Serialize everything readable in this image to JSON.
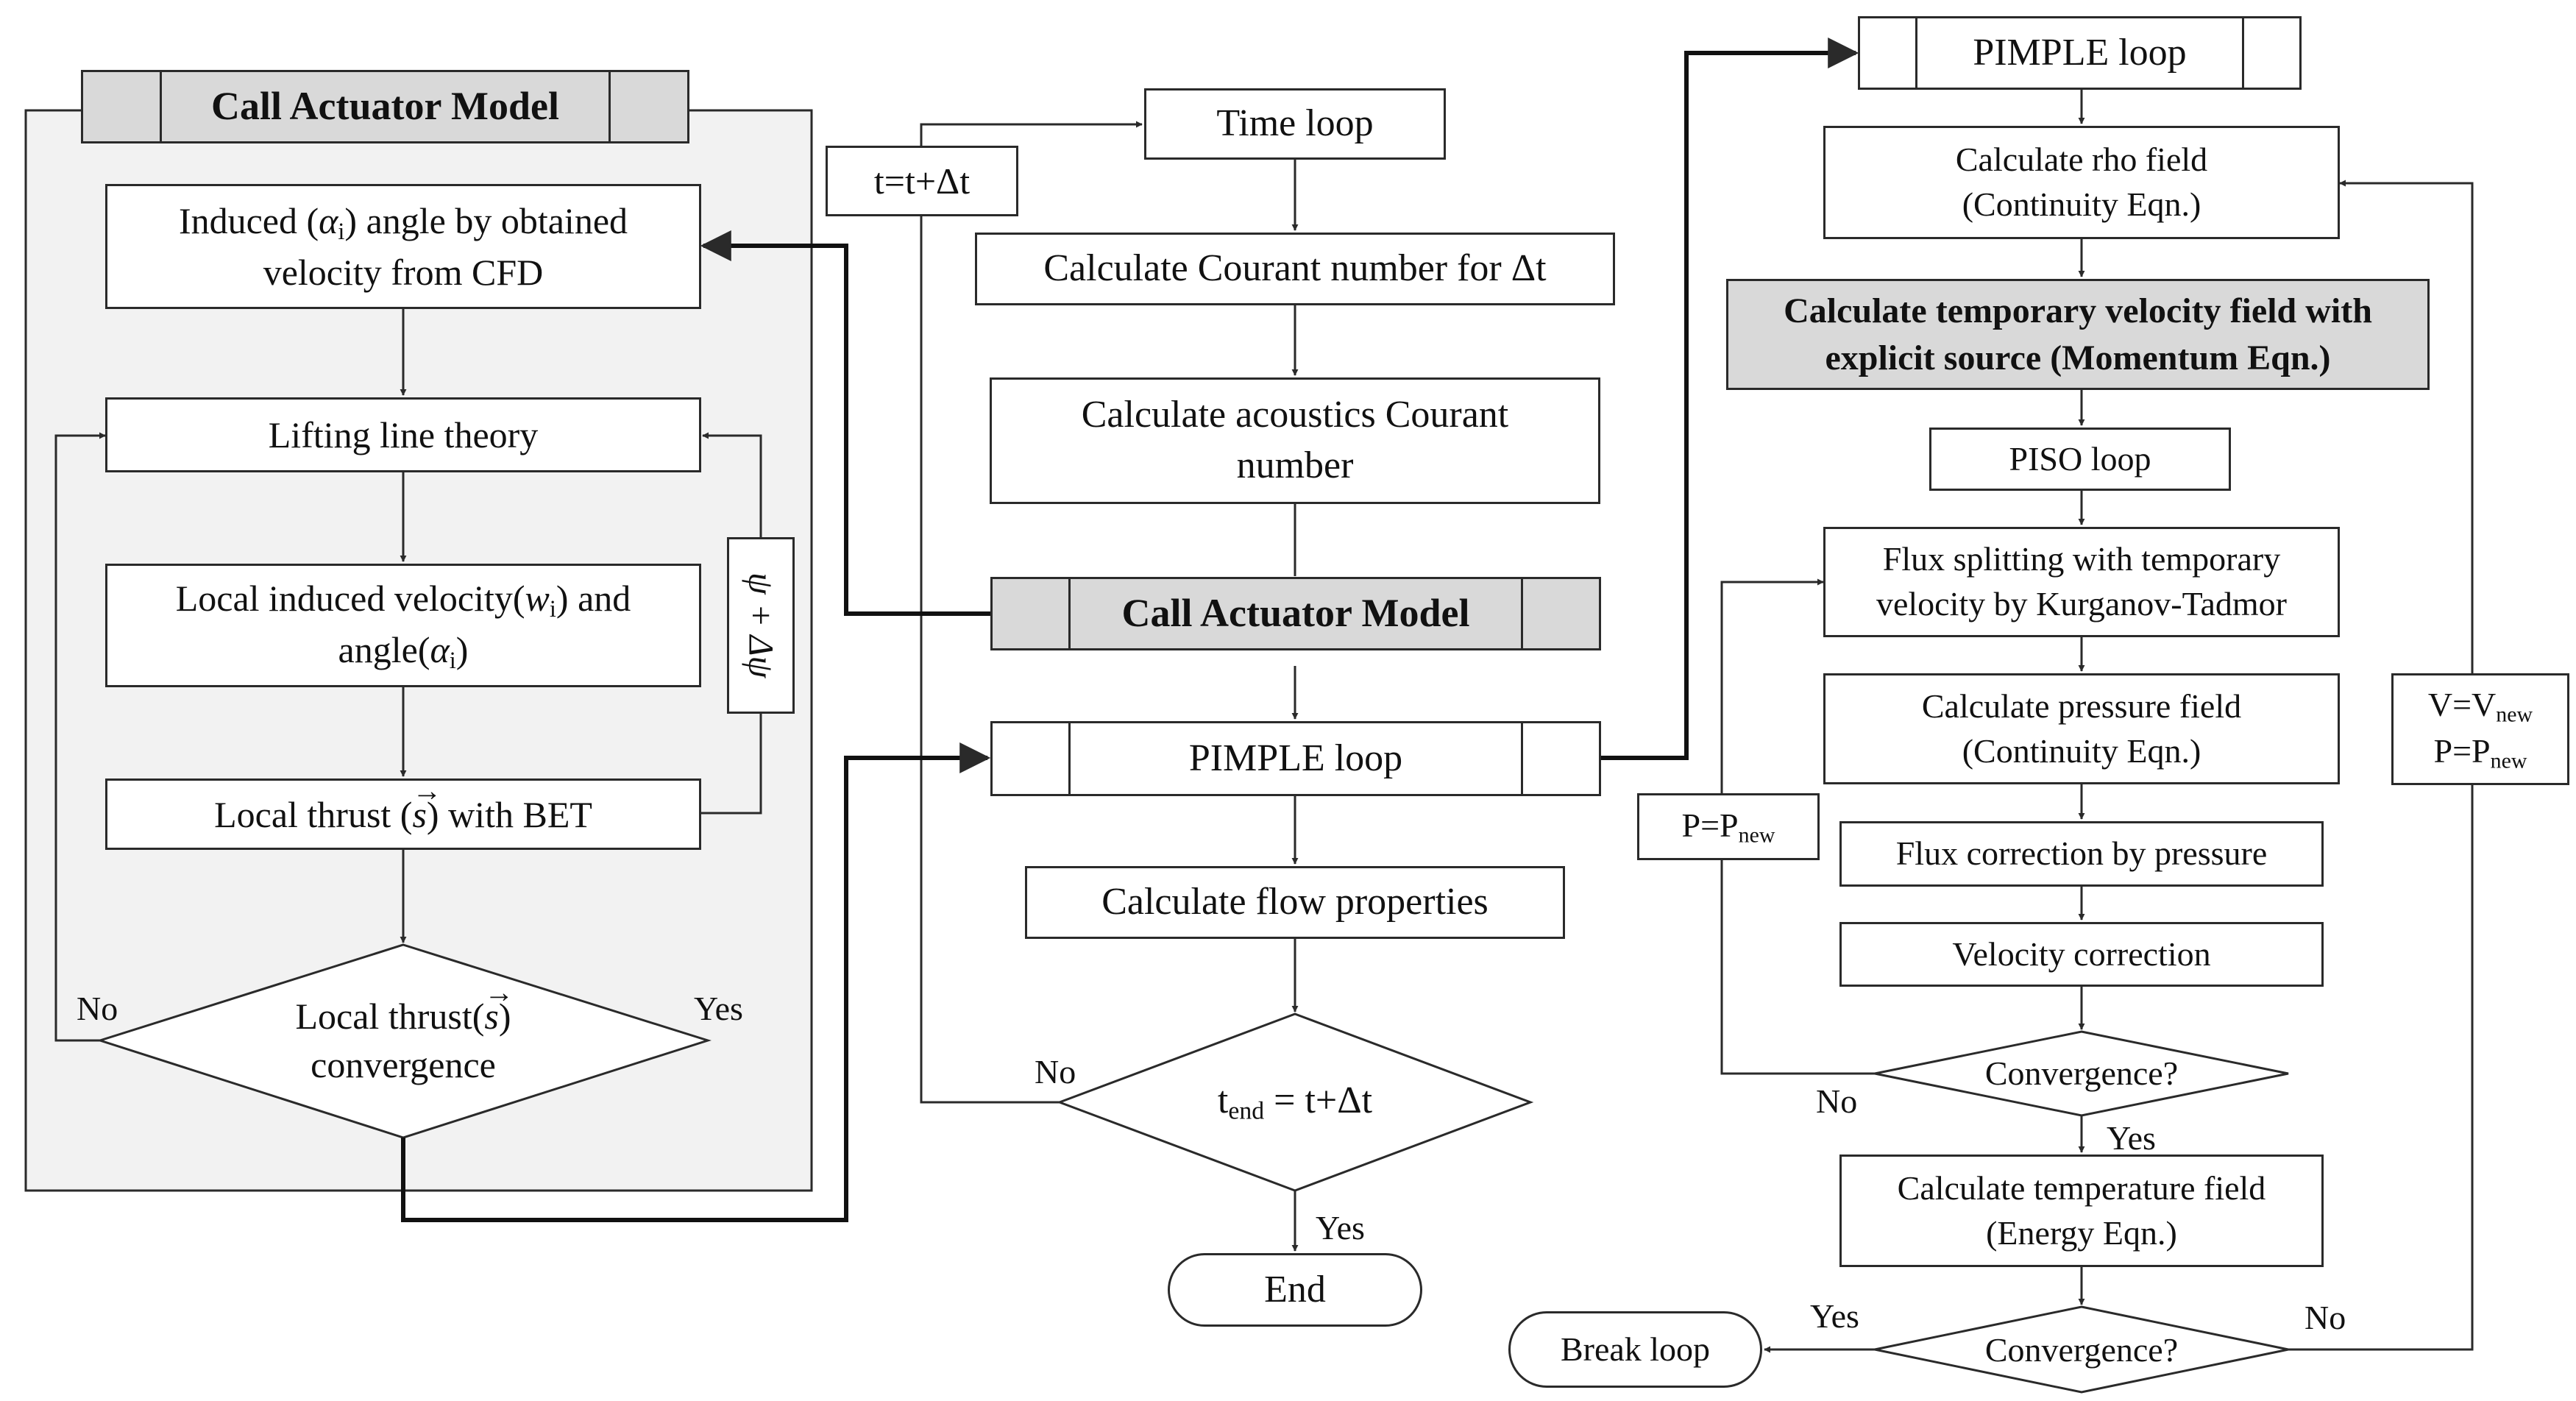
{
  "actuator_panel": {
    "header": "Call Actuator Model",
    "induced_angle": {
      "pre": "Induced (",
      "sym": "α",
      "sub": "i",
      "post": ") angle by obtained",
      "line2": "velocity from CFD"
    },
    "lifting_line": "Lifting line theory",
    "local_induced": {
      "pre": "Local induced velocity(",
      "sym1": "w",
      "sub1": "i",
      "post1": ") and",
      "line2pre": "angle(",
      "sym2": "α",
      "sub2": "i",
      "line2post": ")"
    },
    "local_thrust": {
      "pre": "Local thrust (",
      "sym": "s",
      "post": ") with BET"
    },
    "convergence": {
      "pre": "Local thrust(",
      "sym": "s",
      "post": ")",
      "line2": "convergence"
    },
    "label_no": "No",
    "label_yes": "Yes",
    "psi_update": "ψ + Δψ"
  },
  "time_loop": {
    "time_loop": "Time loop",
    "time_update": "t=t+Δt",
    "courant": "Calculate Courant number for Δt",
    "acoustic_line1": "Calculate acoustics Courant",
    "acoustic_line2": "number",
    "call_actuator": "Call Actuator Model",
    "pimple": "PIMPLE loop",
    "flow_props": "Calculate flow properties",
    "tend": {
      "sym": "t",
      "sub": "end",
      "post": " = t+Δt"
    },
    "label_no": "No",
    "label_yes": "Yes",
    "end": "End"
  },
  "pimple_loop": {
    "pimple": "PIMPLE loop",
    "rho_line1": "Calculate rho field",
    "rho_line2": "(Continuity Eqn.)",
    "temp_vel_line1": "Calculate temporary velocity field with",
    "temp_vel_line2": "explicit source (Momentum Eqn.)",
    "piso": "PISO loop",
    "flux_split_line1": "Flux splitting with temporary",
    "flux_split_line2": "velocity by Kurganov-Tadmor",
    "pressure_line1": "Calculate pressure field",
    "pressure_line2": "(Continuity Eqn.)",
    "flux_correction": "Flux correction by pressure",
    "vel_correction": "Velocity correction",
    "convergence1": "Convergence?",
    "temperature_line1": "Calculate temperature field",
    "temperature_line2": "(Energy Eqn.)",
    "convergence2": "Convergence?",
    "break_loop": "Break loop",
    "p_update": {
      "lhs": "P=P",
      "sub": "new"
    },
    "vp_update": {
      "v_lhs": "V=V",
      "v_sub": "new",
      "p_lhs": "P=P",
      "p_sub": "new"
    },
    "label_no1": "No",
    "label_yes1": "Yes",
    "label_yes2": "Yes",
    "label_no2": "No"
  },
  "colors": {
    "line": "#2a2a2a",
    "panel_fill": "#f2f2f2",
    "header_fill": "#d9d9d9"
  }
}
